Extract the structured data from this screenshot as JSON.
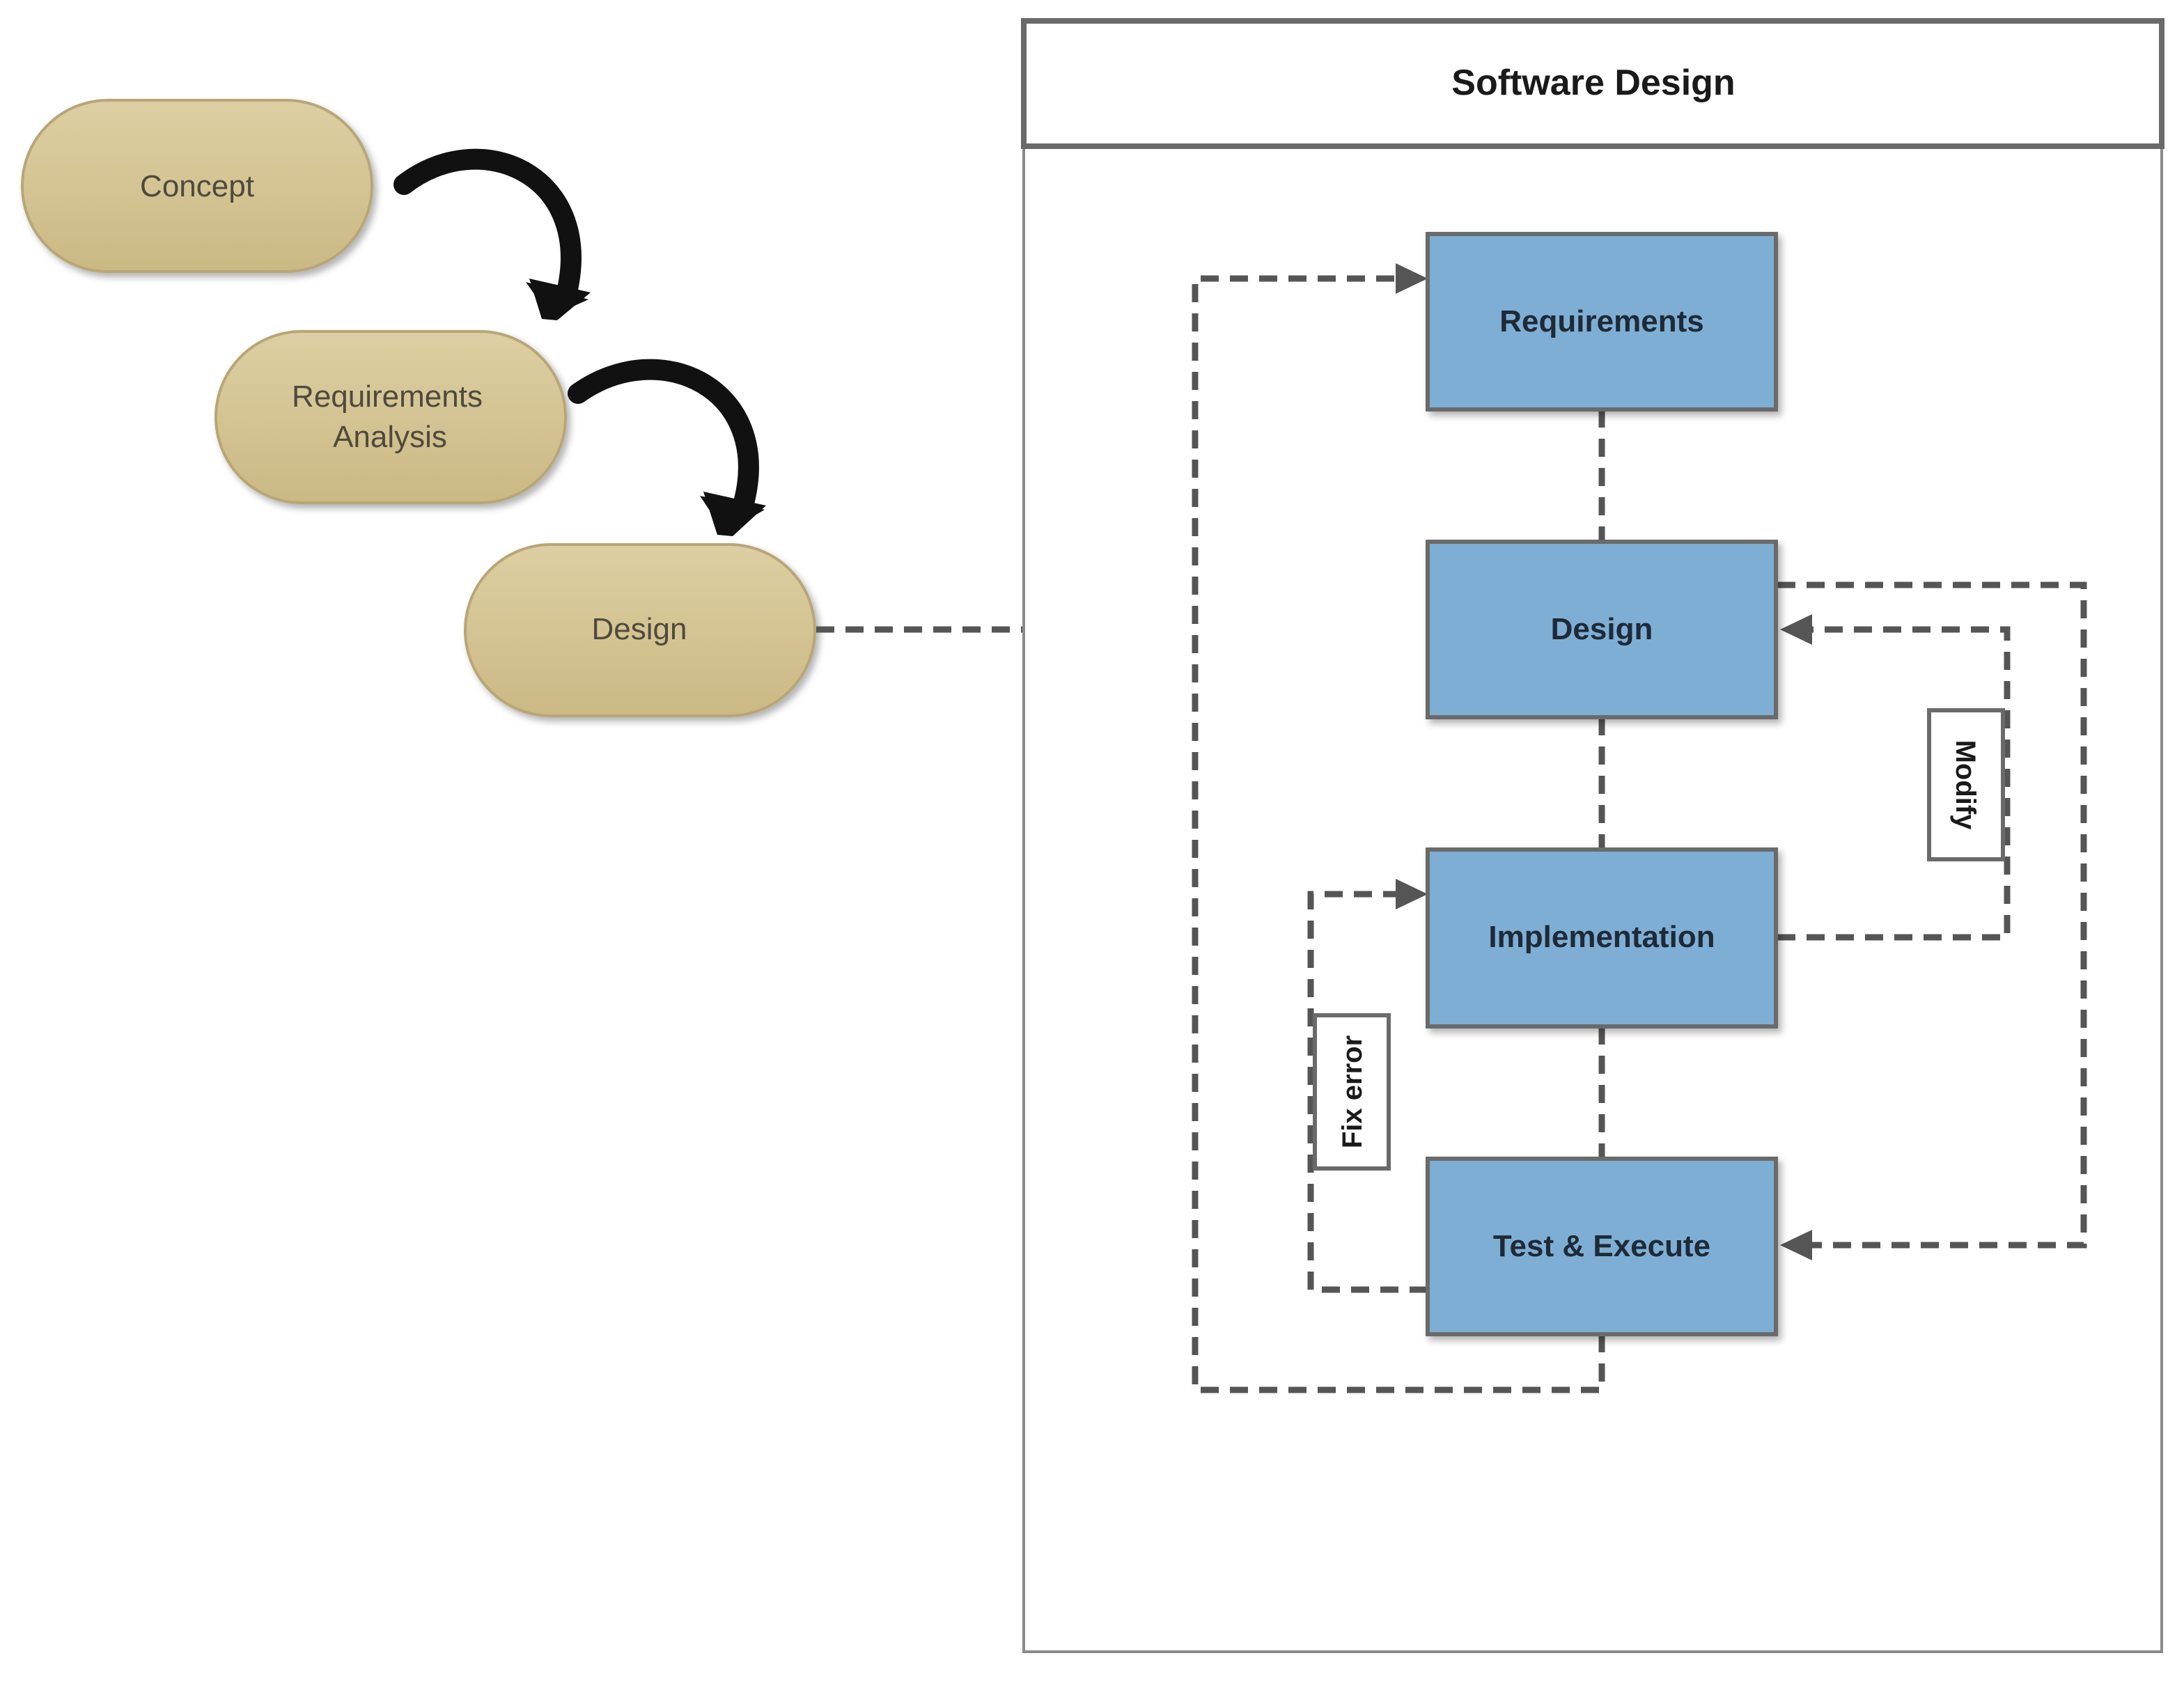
{
  "phases": [
    {
      "id": "concept",
      "lines": [
        "Concept"
      ]
    },
    {
      "id": "requirements-analysis",
      "lines": [
        "Requirements",
        "Analysis"
      ]
    },
    {
      "id": "design",
      "lines": [
        "Design"
      ]
    }
  ],
  "panel": {
    "title": "Software Design"
  },
  "steps": {
    "requirements": "Requirements",
    "design": "Design",
    "implementation": "Implementation",
    "test_execute": "Test & Execute"
  },
  "loops": {
    "modify": "Modify",
    "fix_error": "Fix error"
  },
  "colors": {
    "phase_fill": "#d4c393",
    "phase_stroke": "#b8a677",
    "step_fill": "#7eaed3",
    "step_stroke": "#6b6b6b",
    "connector": "#555555"
  }
}
